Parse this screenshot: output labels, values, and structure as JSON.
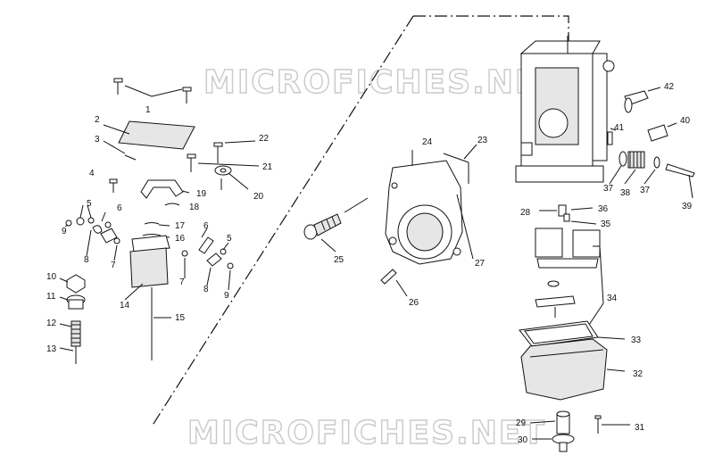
{
  "watermark": "MICROFICHES.NET",
  "callouts": [
    "1",
    "2",
    "3",
    "4",
    "5",
    "6",
    "7",
    "8",
    "9",
    "10",
    "11",
    "12",
    "13",
    "14",
    "15",
    "16",
    "17",
    "18",
    "19",
    "20",
    "21",
    "22",
    "23",
    "24",
    "25",
    "26",
    "27",
    "28",
    "29",
    "30",
    "31",
    "32",
    "33",
    "34",
    "35",
    "36",
    "37",
    "38",
    "39",
    "40",
    "41",
    "42"
  ]
}
